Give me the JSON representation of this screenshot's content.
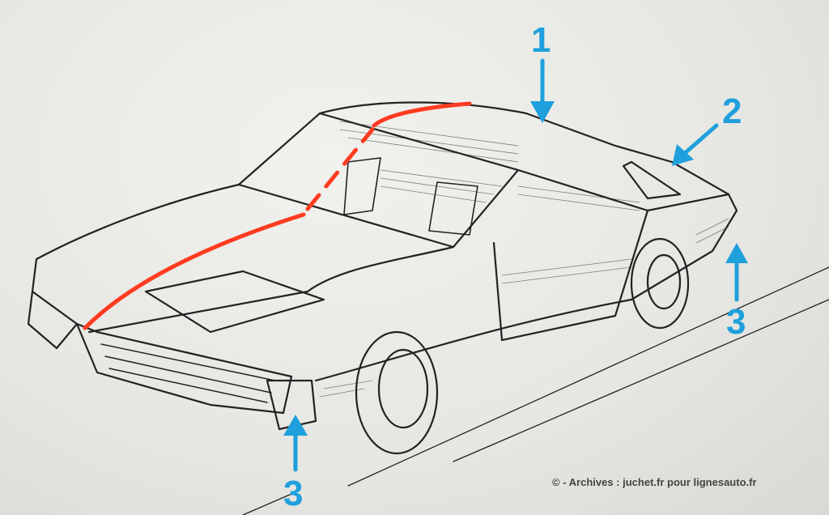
{
  "annotations": {
    "label_1": "1",
    "label_2": "2",
    "label_3_rear": "3",
    "label_3_front": "3",
    "arrow_color": "#1ea0dc",
    "line_color": "#ff3b1f"
  },
  "caption": "© - Archives : juchet.fr pour lignesauto.fr"
}
